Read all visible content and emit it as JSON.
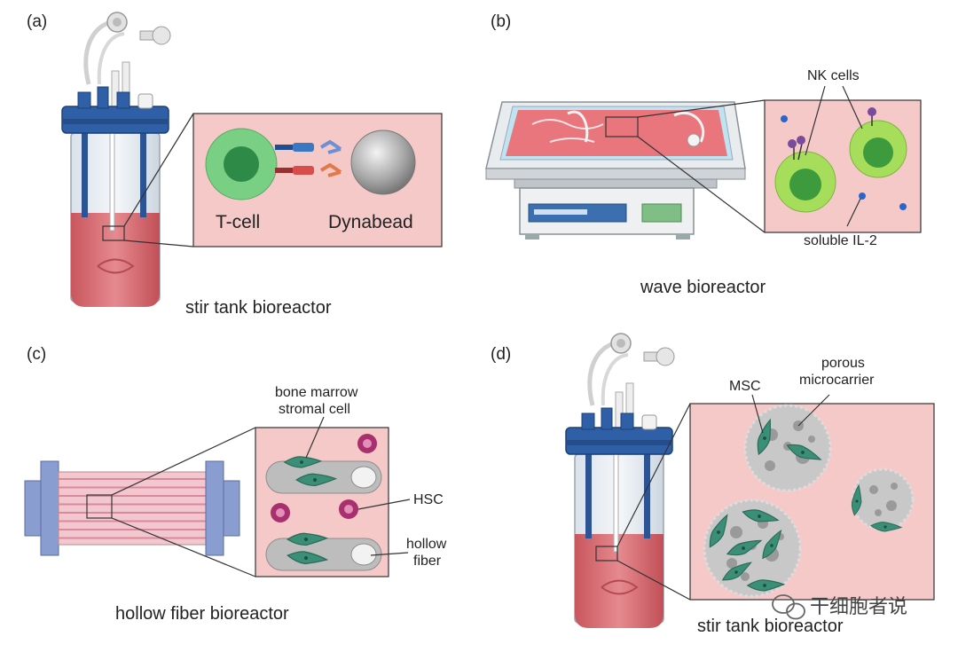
{
  "panels": {
    "a": {
      "label": "(a)",
      "caption": "stir tank bioreactor",
      "cell_label": "T-cell",
      "bead_label": "Dynabead"
    },
    "b": {
      "label": "(b)",
      "caption": "wave bioreactor",
      "cells_label": "NK cells",
      "il2_label": "soluble IL-2"
    },
    "c": {
      "label": "(c)",
      "caption": "hollow fiber bioreactor",
      "stromal_label_1": "bone marrow",
      "stromal_label_2": "stromal cell",
      "hsc_label": "HSC",
      "fiber_label_1": "hollow",
      "fiber_label_2": "fiber"
    },
    "d": {
      "label": "(d)",
      "caption": "stir tank bioreactor",
      "msc_label": "MSC",
      "carrier_label_1": "porous",
      "carrier_label_2": "microcarrier"
    }
  },
  "watermark": "干细胞者说",
  "colors": {
    "inset_bg": "#f6c9c9",
    "medium": "#d66a70",
    "reactor_blue": "#2f5fa6",
    "tcell_green": "#5ec26b",
    "nk_green": "#8fd14f",
    "hsc_purple": "#a8306e",
    "msc_teal": "#3b8f77",
    "fiber_gray": "#b9b9b9"
  }
}
